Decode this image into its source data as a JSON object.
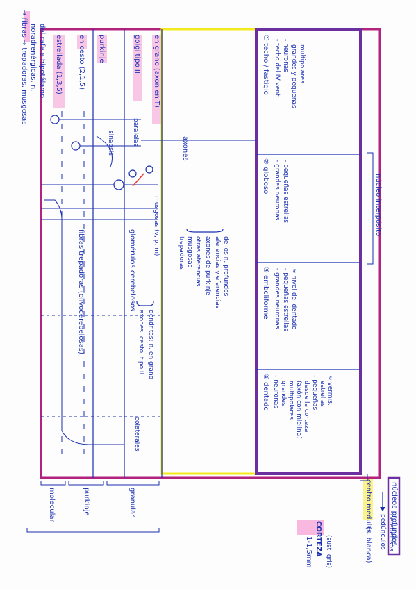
{
  "header": {
    "line1": "→ fibras → trepadoras, musgosas",
    "line2": "noradrenérgicas, n.",
    "line3": "del rafe e hipotálamo"
  },
  "layers": {
    "molecular": "molecular",
    "purkinje": "purkinje",
    "granular": "granular"
  },
  "cortex": {
    "thickness": "1-1,5mm",
    "label": "CORTEZA",
    "sub": "(sust. gris)"
  },
  "cells": {
    "estrellada": "estrellada (1,3,5)",
    "en_cesto": "en cesto (2,1,5)",
    "purkinje": "purkinje",
    "golgi": "golgi tipo II",
    "en_grano": "en grano (axón en T)"
  },
  "annotations": {
    "sinapsis": "sinapsis",
    "paralelas": "paralelas",
    "fibras_trepadoras": "fibras trepadoras (olivocerebelosas)",
    "glomerulos": "glomérulos cerebelosos",
    "brace_line1": "axones: cesto, tipo II",
    "brace_line2": "dendritas: n. en grano",
    "musgosas": "musgosas (v, p, m)",
    "colaterales": "colaterales",
    "axones": "axones"
  },
  "list_text": {
    "items": [
      "trepadoras",
      "musgosas",
      "otras aferencias"
    ],
    "extra": "axones de purkinje",
    "eferencias": "aferencias y eferencias",
    "de_los": "de los n. profundos"
  },
  "centro_medular": {
    "label": "centro medular",
    "suffix": "(s. blanca)",
    "arrow_target_1": "pedúnculos",
    "arrow_target_2": "cerebelosos"
  },
  "nuclei": [
    {
      "num": "1",
      "name": "techo / fastigio",
      "lines": [
        "- techo del IV vent.",
        "- neuronas",
        "grandes y pequeñas",
        "multipolares"
      ]
    },
    {
      "num": "2",
      "name": "globoso",
      "lines": [
        "- grandes neuronas",
        "- pequeñas estrellas"
      ]
    },
    {
      "num": "3",
      "name": "emboliforme",
      "lines": [
        "- grandes neuronas",
        "- pequeñas estrellas",
        "≈ nivel del dentado"
      ]
    },
    {
      "num": "4",
      "name": "dentado",
      "lines": [
        "- neuronas",
        "grandes",
        "multipolares",
        "(axón con mielina)",
        "desde la corteza",
        "- pequeñas",
        "estrellas",
        "≈ vermis."
      ]
    }
  ],
  "nucleos_profundos": "núcleos profundos",
  "nucleo_interposito": "núcleo interpósito",
  "colors": {
    "ink": "#1a2fb0",
    "magenta_box": "#b2227f",
    "yellow_box": "#f3ea1e",
    "purple_box": "#6b2fa0",
    "highlighter_pink": "#f59ad3",
    "highlighter_yellow": "#fbf27d",
    "red_arrow": "#e8342d"
  }
}
